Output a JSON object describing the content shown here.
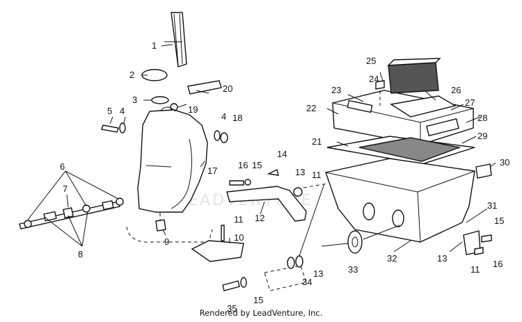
{
  "watermark": "LEADVENTURE",
  "footer": "Rendered by LeadVenture, Inc.",
  "callouts": {
    "c1": "1",
    "c2": "2",
    "c3": "3",
    "c4a": "4",
    "c4b": "4",
    "c5": "5",
    "c6": "6",
    "c7": "7",
    "c8": "8",
    "c9": "9",
    "c10": "10",
    "c11a": "11",
    "c11b": "11",
    "c11c": "11",
    "c12": "12",
    "c13a": "13",
    "c13b": "13",
    "c13c": "13",
    "c14": "14",
    "c15a": "15",
    "c15b": "15",
    "c15c": "15",
    "c16a": "16",
    "c16b": "16",
    "c17": "17",
    "c18": "18",
    "c19": "19",
    "c20": "20",
    "c21": "21",
    "c22": "22",
    "c23": "23",
    "c24": "24",
    "c25": "25",
    "c26": "26",
    "c27": "27",
    "c28": "28",
    "c29": "29",
    "c30": "30",
    "c31": "31",
    "c32": "32",
    "c33": "33",
    "c34": "34",
    "c35": "35"
  }
}
